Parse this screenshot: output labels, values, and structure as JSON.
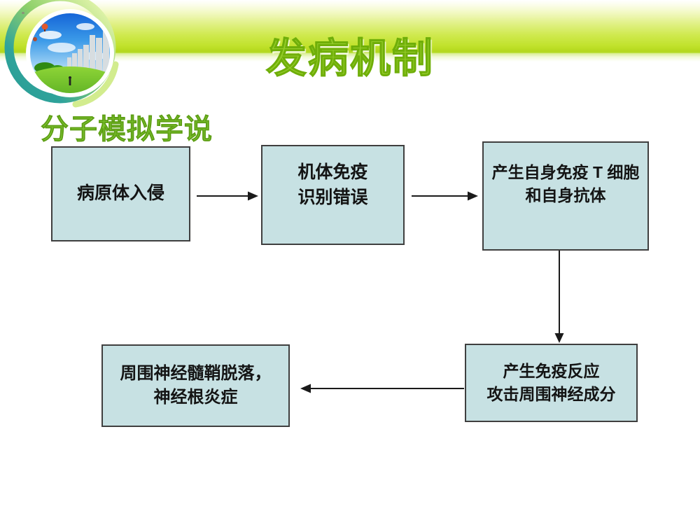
{
  "slide": {
    "title": "发病机制",
    "subtitle": "分子模拟学说",
    "logo": {
      "name": "nature-city-logo",
      "description": "circular badge photo: blue sky with clouds, hot-air balloons, green meadow, city skyline, ringed by green gradient arcs"
    },
    "colors": {
      "band-green": "#bfe22b",
      "title-green": "#94cc2a",
      "title-stroke": "#6fae09",
      "subtitle-green": "#7cc230",
      "box-fill": "#c7e1e3",
      "box-border": "#3f3f3f",
      "box-text": "#141414",
      "arrow-color": "#1a1a1a",
      "ring-teal": "#2fa39b",
      "ring-lime": "#d2ec8e"
    },
    "flowchart": {
      "nodes": [
        {
          "id": "pathogen-invasion",
          "lines": [
            "病原体入侵"
          ]
        },
        {
          "id": "immune-misrecognition",
          "lines": [
            "机体免疫",
            "识别错误"
          ]
        },
        {
          "id": "autoimmune-t-cells-antibodies",
          "lines": [
            "产生自身免疫 T 细胞",
            "和自身抗体"
          ]
        },
        {
          "id": "immune-attack-peripheral-nerve",
          "lines": [
            "产生免疫反应",
            "攻击周围神经成分"
          ]
        },
        {
          "id": "demyelination-radiculitis",
          "lines": [
            "周围神经髓鞘脱落，",
            "神经根炎症"
          ]
        }
      ],
      "edges": [
        {
          "from": "pathogen-invasion",
          "to": "immune-misrecognition",
          "direction": "right"
        },
        {
          "from": "immune-misrecognition",
          "to": "autoimmune-t-cells-antibodies",
          "direction": "right"
        },
        {
          "from": "autoimmune-t-cells-antibodies",
          "to": "immune-attack-peripheral-nerve",
          "direction": "down"
        },
        {
          "from": "immune-attack-peripheral-nerve",
          "to": "demyelination-radiculitis",
          "direction": "left"
        }
      ]
    }
  }
}
